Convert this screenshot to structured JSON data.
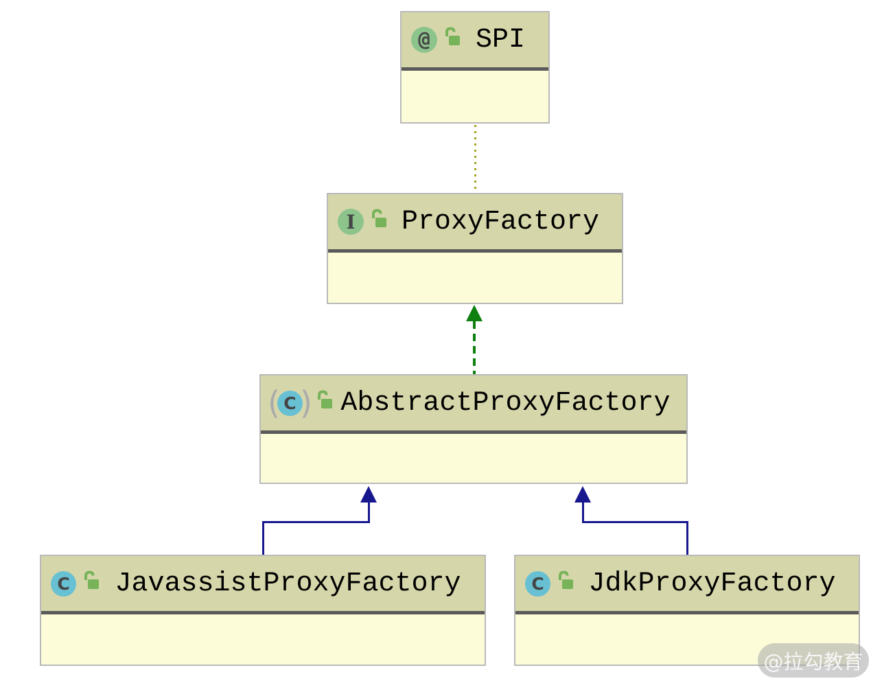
{
  "diagram": {
    "title_hint": "UML class diagram of ProxyFactory hierarchy",
    "nodes": [
      {
        "name": "SPI",
        "kind": "annotation"
      },
      {
        "name": "ProxyFactory",
        "kind": "interface"
      },
      {
        "name": "AbstractProxyFactory",
        "kind": "abstract_class"
      },
      {
        "name": "JavassistProxyFactory",
        "kind": "class"
      },
      {
        "name": "JdkProxyFactory",
        "kind": "class"
      }
    ],
    "icon_glyphs": {
      "annotation": "@",
      "interface": "I",
      "class": "C",
      "paren_open": "(",
      "paren_close": ")"
    },
    "edges": [
      {
        "from": "ProxyFactory",
        "to": "SPI",
        "relation": "annotated-by",
        "line": "dotted",
        "color": "#a2a21f"
      },
      {
        "from": "AbstractProxyFactory",
        "to": "ProxyFactory",
        "relation": "implements",
        "line": "dashed-arrow",
        "color": "#0f800f"
      },
      {
        "from": "JavassistProxyFactory",
        "to": "AbstractProxyFactory",
        "relation": "extends",
        "line": "solid-arrow",
        "color": "#17178e"
      },
      {
        "from": "JdkProxyFactory",
        "to": "AbstractProxyFactory",
        "relation": "extends",
        "line": "solid-arrow",
        "color": "#17178e"
      }
    ],
    "colors": {
      "node_header": "#d6d6ab",
      "node_body": "#fcfcd9",
      "node_border": "#b9b9b9",
      "header_separator": "#5a5a5a",
      "annotation_icon_green": "#8cc48c",
      "class_icon_teal": "#68c0d3",
      "lock_green": "#77b359"
    }
  },
  "watermark": {
    "text": "@拉勾教育"
  }
}
